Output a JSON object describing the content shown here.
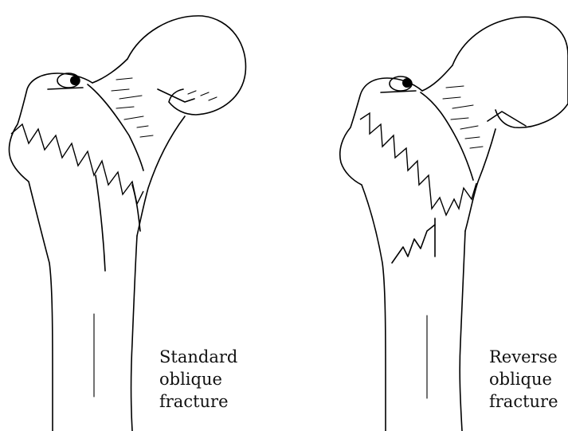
{
  "figure": {
    "left": {
      "label_line1": "Standard",
      "label_line2": "oblique",
      "label_line3": "fracture"
    },
    "right": {
      "label_line1": "Reverse",
      "label_line2": "oblique",
      "label_line3": "fracture"
    }
  },
  "colors": {
    "line": "#000000",
    "background": "#ffffff"
  }
}
